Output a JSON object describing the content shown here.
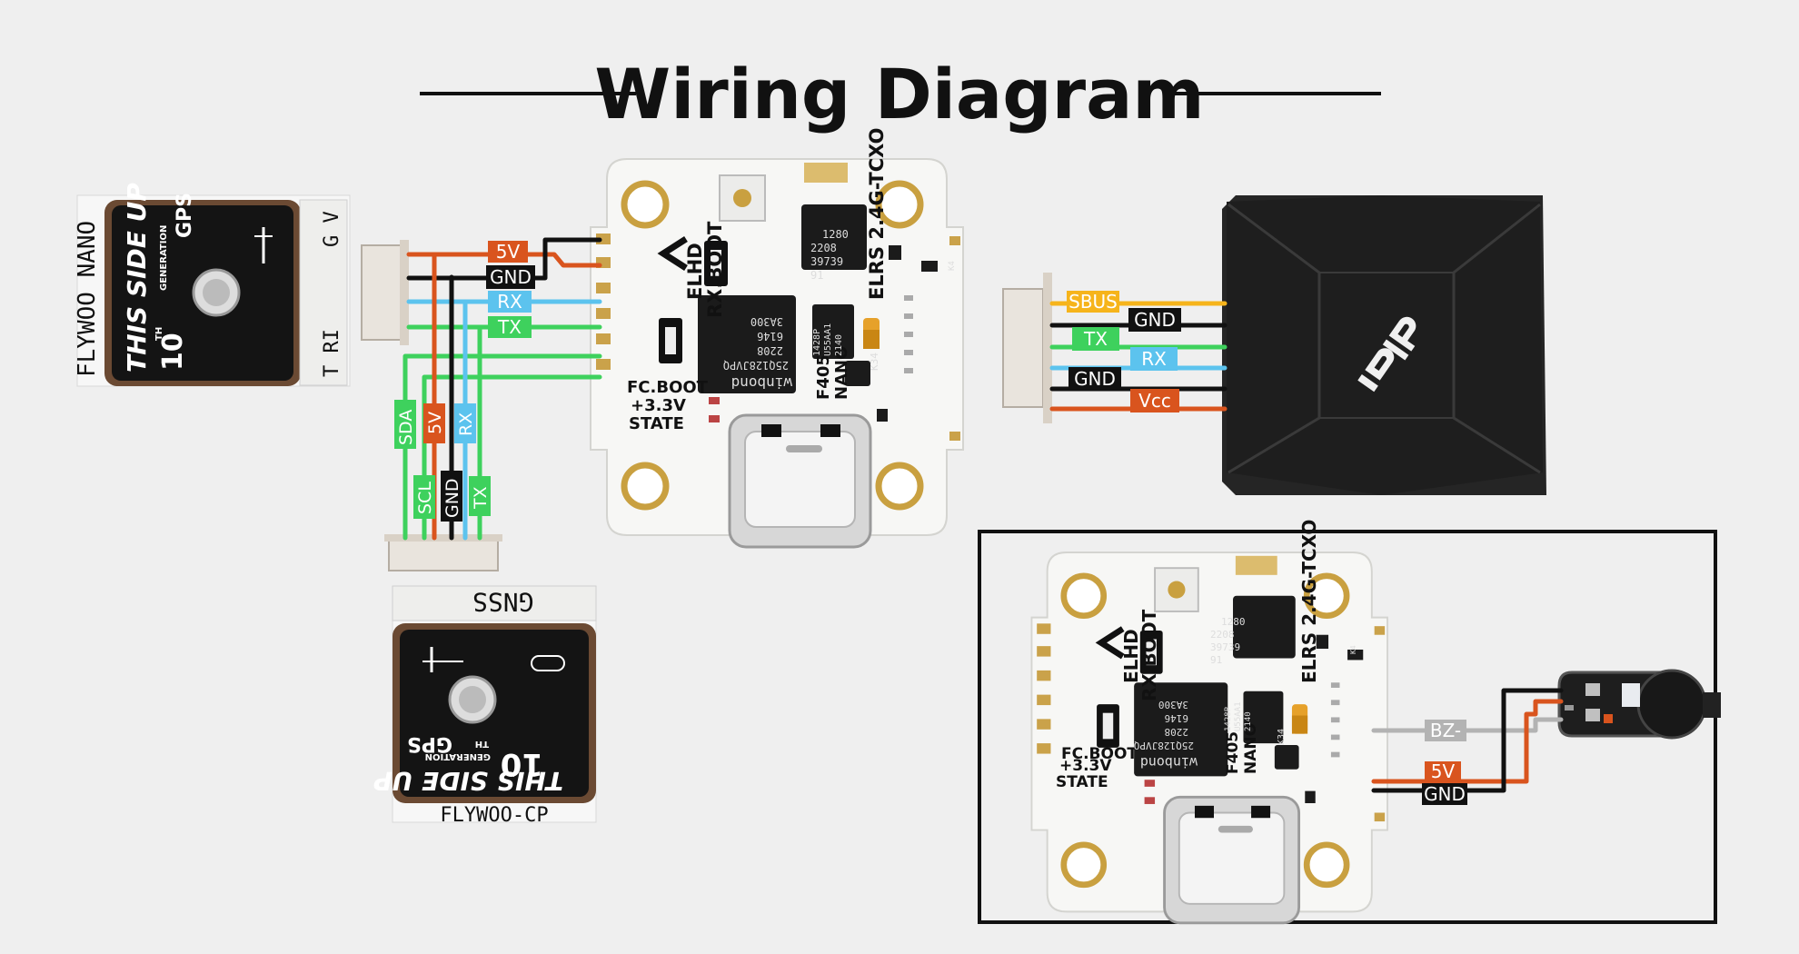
{
  "title": "Wiring Diagram",
  "colors": {
    "red": "#d9541e",
    "black": "#111111",
    "blue": "#5cc3ee",
    "green": "#3ed15d",
    "yellow": "#f6b41b",
    "gray": "#b3b3b3"
  },
  "gps_top": {
    "labels": {
      "five_v": "5V",
      "gnd": "GND",
      "rx": "RX",
      "tx": "TX"
    },
    "side_text": "FLYWOO NANO",
    "board_text": "THIS SIDE UP",
    "gen_text": "10",
    "gen_sup": "TH",
    "generation": "GENERATION",
    "gps": "GPS",
    "pins_top": "G  V",
    "pins_bottom": "T  RI"
  },
  "gps_bottom": {
    "labels": {
      "sda": "SDA",
      "five_v": "5V",
      "rx": "RX",
      "scl": "SCL",
      "gnd": "GND",
      "tx": "TX"
    },
    "header_text": "GNSS",
    "footer_text": "FLYWOO-CP",
    "board_text": "THIS SIDE UP",
    "gen_text": "10",
    "gen_sup": "TH",
    "generation": "GENERATION",
    "gps": "GPS"
  },
  "fc": {
    "elrs": "ELRS 2.4G-TCXO",
    "elhd": "ELHD",
    "rxboot": "RX.BOOT",
    "fcboot": "FC.BOOT",
    "v33": "+3.3V",
    "state": "STATE",
    "f405": "F405",
    "nano": "NANO",
    "chip1": [
      "1280",
      "2208",
      "39739",
      "91"
    ],
    "chip2": [
      "3A300",
      "6146",
      "2208",
      "25Q128JVPQ",
      "winbond"
    ],
    "chip3": [
      "1428P",
      "U55AA1",
      "2140"
    ],
    "k34": "K34",
    "k4": "K4"
  },
  "vtx": {
    "labels": {
      "sbus": "SBUS",
      "gnd1": "GND",
      "tx": "TX",
      "rx": "RX",
      "gnd2": "GND",
      "vcc": "Vcc"
    }
  },
  "buzzer": {
    "labels": {
      "bz": "BZ-",
      "five_v": "5V",
      "gnd": "GND"
    }
  }
}
